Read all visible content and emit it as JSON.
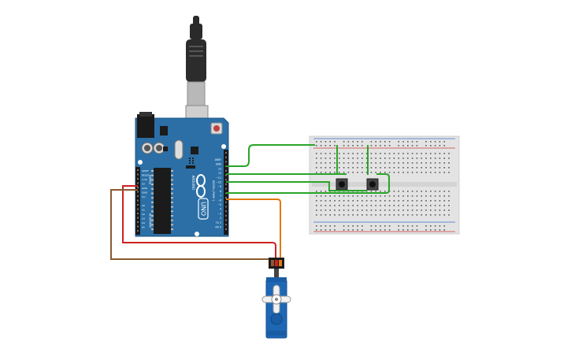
{
  "canvas": {
    "background": "#ffffff"
  },
  "arduino": {
    "brand": "ARDUINO",
    "model": "UNO",
    "board_color": "#2b6fa6",
    "header_labels": {
      "digital": "DIGITAL (PWM~)",
      "aref": "AREF",
      "gnd": "GND",
      "pins": [
        "13",
        "12",
        "~11",
        "~10",
        "~9",
        "8",
        "7",
        "~6",
        "~5",
        "4",
        "~3",
        "2",
        "TX 1",
        "RX 0"
      ],
      "power": "POWER",
      "power_pins": [
        "IOREF",
        "RESET",
        "3.3V",
        "5V",
        "GND",
        "GND",
        "Vin"
      ],
      "analog": "ANALOG IN",
      "analog_pins": [
        "A0",
        "A1",
        "A2",
        "A3",
        "A4",
        "A5"
      ]
    }
  },
  "usb_cable": {
    "color": "#2a2a2a"
  },
  "breadboard": {
    "body_color": "#e3e3e3",
    "rail_red": "#d23b3b",
    "rail_blue": "#3b6fd2"
  },
  "pushbuttons": [
    {
      "name": "button-1"
    },
    {
      "name": "button-2"
    }
  ],
  "servo": {
    "body_color": "#1e67b5"
  },
  "wires": [
    {
      "name": "gnd-to-breadboard-rail",
      "color": "#2aa52a"
    },
    {
      "name": "pin12-to-button-1",
      "color": "#2aa52a"
    },
    {
      "name": "pin11-to-button-2",
      "color": "#2aa52a"
    },
    {
      "name": "button-feed-loop",
      "color": "#2aa52a"
    },
    {
      "name": "signal-to-servo",
      "color": "#e07a10"
    },
    {
      "name": "power-5v-to-servo",
      "color": "#cc2222"
    },
    {
      "name": "gnd-to-servo",
      "color": "#8a5a30"
    }
  ]
}
